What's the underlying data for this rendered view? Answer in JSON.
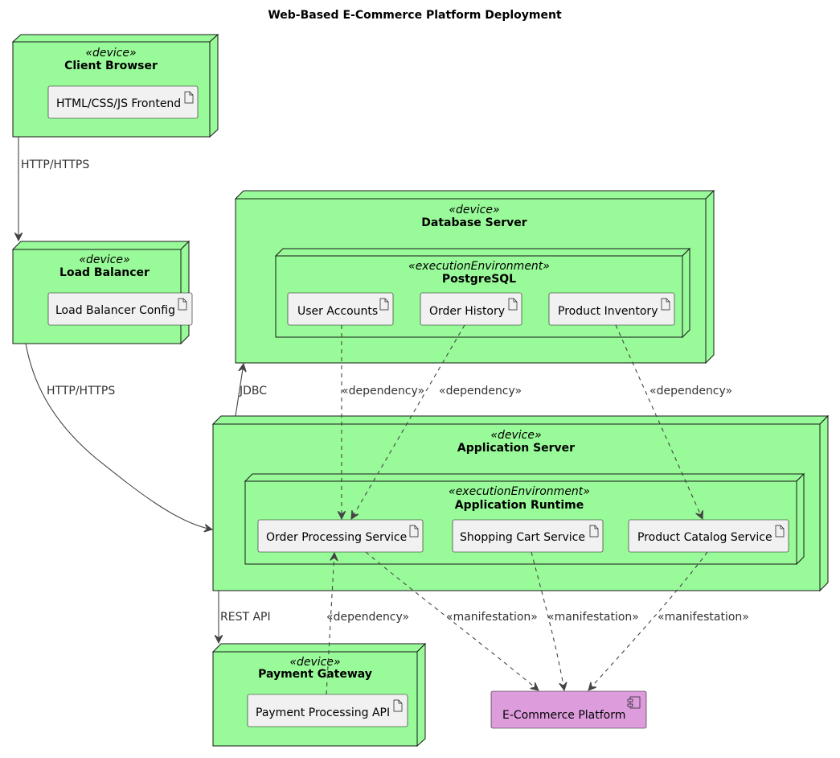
{
  "diagram": {
    "title": "Web-Based E-Commerce Platform Deployment",
    "nodes": {
      "client_browser": {
        "stereotype": "«device»",
        "name": "Client Browser",
        "artifacts": [
          "HTML/CSS/JS Frontend"
        ]
      },
      "load_balancer": {
        "stereotype": "«device»",
        "name": "Load Balancer",
        "artifacts": [
          "Load Balancer Config"
        ]
      },
      "database_server": {
        "stereotype": "«device»",
        "name": "Database Server",
        "environment": {
          "stereotype": "«executionEnvironment»",
          "name": "PostgreSQL",
          "artifacts": [
            "User Accounts",
            "Order History",
            "Product Inventory"
          ]
        }
      },
      "application_server": {
        "stereotype": "«device»",
        "name": "Application Server",
        "environment": {
          "stereotype": "«executionEnvironment»",
          "name": "Application Runtime",
          "artifacts": [
            "Order Processing Service",
            "Shopping Cart Service",
            "Product Catalog Service"
          ]
        }
      },
      "payment_gateway": {
        "stereotype": "«device»",
        "name": "Payment Gateway",
        "artifacts": [
          "Payment Processing API"
        ]
      }
    },
    "component": {
      "name": "E-Commerce Platform"
    },
    "edges": {
      "browser_to_lb": "HTTP/HTTPS",
      "lb_to_app": "HTTP/HTTPS",
      "app_to_db": "JDBC",
      "app_to_payment": "REST API",
      "user_accounts_dep": "«dependency»",
      "order_history_dep": "«dependency»",
      "product_inventory_dep": "«dependency»",
      "payment_dep": "«dependency»",
      "order_manifest": "«manifestation»",
      "cart_manifest": "«manifestation»",
      "catalog_manifest": "«manifestation»"
    }
  }
}
